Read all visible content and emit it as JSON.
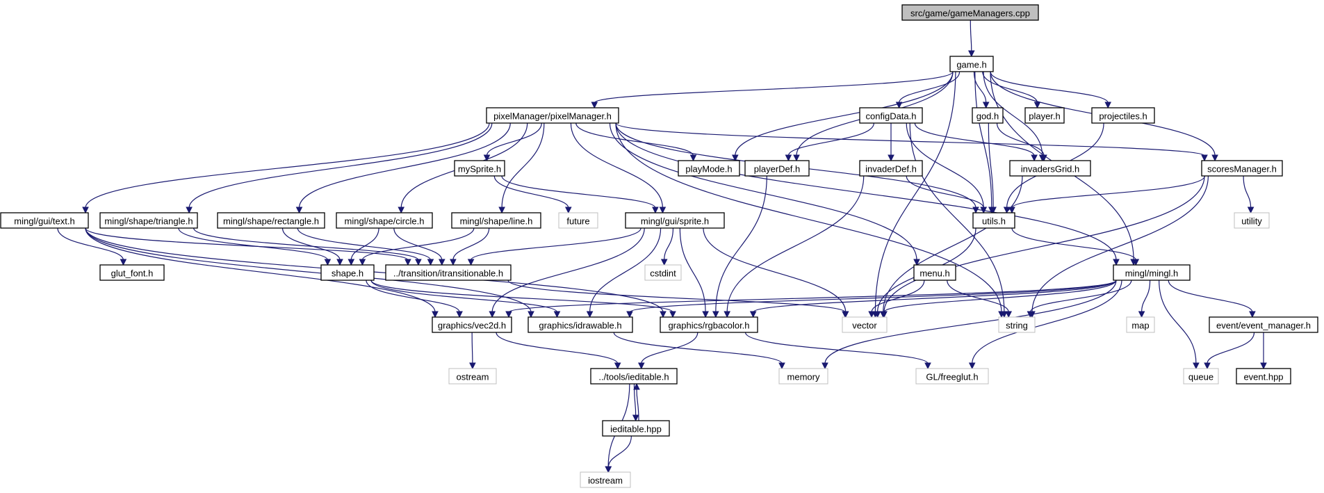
{
  "diagram": {
    "nodes": {
      "root": "src/game/gameManagers.cpp",
      "game": "game.h",
      "pixelManager": "pixelManager/pixelManager.h",
      "configData": "configData.h",
      "god": "god.h",
      "player": "player.h",
      "projectiles": "projectiles.h",
      "mySprite": "mySprite.h",
      "playMode": "playMode.h",
      "playerDef": "playerDef.h",
      "invaderDef": "invaderDef.h",
      "invadersGrid": "invadersGrid.h",
      "scoresManager": "scoresManager.h",
      "text": "mingl/gui/text.h",
      "triangle": "mingl/shape/triangle.h",
      "rectangle": "mingl/shape/rectangle.h",
      "circle": "mingl/shape/circle.h",
      "line": "mingl/shape/line.h",
      "future": "future",
      "sprite": "mingl/gui/sprite.h",
      "utils": "utils.h",
      "utility": "utility",
      "glut_font": "glut_font.h",
      "shape": "shape.h",
      "itransitionable": "../transition/itransitionable.h",
      "cstdint": "cstdint",
      "menu": "menu.h",
      "mingl": "mingl/mingl.h",
      "vec2d": "graphics/vec2d.h",
      "idrawable": "graphics/idrawable.h",
      "rgbacolor": "graphics/rgbacolor.h",
      "vector": "vector",
      "string": "string",
      "map": "map",
      "event_manager": "event/event_manager.h",
      "ostream": "ostream",
      "ieditable_h": "../tools/ieditable.h",
      "memory": "memory",
      "freeglut": "GL/freeglut.h",
      "queue": "queue",
      "event_hpp": "event.hpp",
      "ieditable_hpp": "ieditable.hpp",
      "iostream": "iostream"
    },
    "edges": [
      [
        "root",
        "game"
      ],
      [
        "game",
        "pixelManager"
      ],
      [
        "game",
        "configData"
      ],
      [
        "game",
        "god"
      ],
      [
        "game",
        "player"
      ],
      [
        "game",
        "projectiles"
      ],
      [
        "game",
        "playMode"
      ],
      [
        "game",
        "playerDef"
      ],
      [
        "game",
        "invadersGrid"
      ],
      [
        "game",
        "scoresManager"
      ],
      [
        "game",
        "utils"
      ],
      [
        "game",
        "vector"
      ],
      [
        "game",
        "mingl"
      ],
      [
        "pixelManager",
        "text"
      ],
      [
        "pixelManager",
        "triangle"
      ],
      [
        "pixelManager",
        "rectangle"
      ],
      [
        "pixelManager",
        "circle"
      ],
      [
        "pixelManager",
        "line"
      ],
      [
        "pixelManager",
        "mySprite"
      ],
      [
        "pixelManager",
        "sprite"
      ],
      [
        "pixelManager",
        "playMode"
      ],
      [
        "pixelManager",
        "menu"
      ],
      [
        "pixelManager",
        "string"
      ],
      [
        "pixelManager",
        "utils"
      ],
      [
        "pixelManager",
        "scoresManager"
      ],
      [
        "pixelManager",
        "mingl"
      ],
      [
        "configData",
        "playerDef"
      ],
      [
        "configData",
        "invaderDef"
      ],
      [
        "configData",
        "invadersGrid"
      ],
      [
        "configData",
        "utils"
      ],
      [
        "configData",
        "string"
      ],
      [
        "god",
        "invadersGrid"
      ],
      [
        "god",
        "utils"
      ],
      [
        "projectiles",
        "utils"
      ],
      [
        "mySprite",
        "future"
      ],
      [
        "mySprite",
        "sprite"
      ],
      [
        "playerDef",
        "rgbacolor"
      ],
      [
        "invaderDef",
        "utils"
      ],
      [
        "invaderDef",
        "rgbacolor"
      ],
      [
        "invadersGrid",
        "vector"
      ],
      [
        "scoresManager",
        "utils"
      ],
      [
        "scoresManager",
        "utility"
      ],
      [
        "scoresManager",
        "vector"
      ],
      [
        "scoresManager",
        "string"
      ],
      [
        "text",
        "glut_font"
      ],
      [
        "text",
        "itransitionable"
      ],
      [
        "text",
        "vec2d"
      ],
      [
        "text",
        "idrawable"
      ],
      [
        "text",
        "rgbacolor"
      ],
      [
        "triangle",
        "shape"
      ],
      [
        "triangle",
        "itransitionable"
      ],
      [
        "rectangle",
        "shape"
      ],
      [
        "rectangle",
        "itransitionable"
      ],
      [
        "circle",
        "shape"
      ],
      [
        "circle",
        "itransitionable"
      ],
      [
        "line",
        "shape"
      ],
      [
        "line",
        "itransitionable"
      ],
      [
        "sprite",
        "itransitionable"
      ],
      [
        "sprite",
        "cstdint"
      ],
      [
        "sprite",
        "vec2d"
      ],
      [
        "sprite",
        "idrawable"
      ],
      [
        "sprite",
        "rgbacolor"
      ],
      [
        "sprite",
        "vector"
      ],
      [
        "utils",
        "vector"
      ],
      [
        "utils",
        "mingl"
      ],
      [
        "shape",
        "vec2d"
      ],
      [
        "shape",
        "idrawable"
      ],
      [
        "shape",
        "rgbacolor"
      ],
      [
        "itransitionable",
        "vector"
      ],
      [
        "menu",
        "vector"
      ],
      [
        "menu",
        "string"
      ],
      [
        "mingl",
        "vec2d"
      ],
      [
        "mingl",
        "idrawable"
      ],
      [
        "mingl",
        "rgbacolor"
      ],
      [
        "mingl",
        "vector"
      ],
      [
        "mingl",
        "string"
      ],
      [
        "mingl",
        "map"
      ],
      [
        "mingl",
        "event_manager"
      ],
      [
        "mingl",
        "queue"
      ],
      [
        "mingl",
        "memory"
      ],
      [
        "mingl",
        "freeglut"
      ],
      [
        "vec2d",
        "ostream"
      ],
      [
        "vec2d",
        "ieditable_h"
      ],
      [
        "idrawable",
        "memory"
      ],
      [
        "rgbacolor",
        "ieditable_h"
      ],
      [
        "rgbacolor",
        "freeglut"
      ],
      [
        "event_manager",
        "queue"
      ],
      [
        "event_manager",
        "event_hpp"
      ],
      [
        "ieditable_h",
        "ieditable_hpp"
      ],
      [
        "ieditable_h",
        "iostream"
      ],
      [
        "ieditable_hpp",
        "ieditable_h"
      ],
      [
        "ieditable_hpp",
        "iostream"
      ]
    ]
  }
}
